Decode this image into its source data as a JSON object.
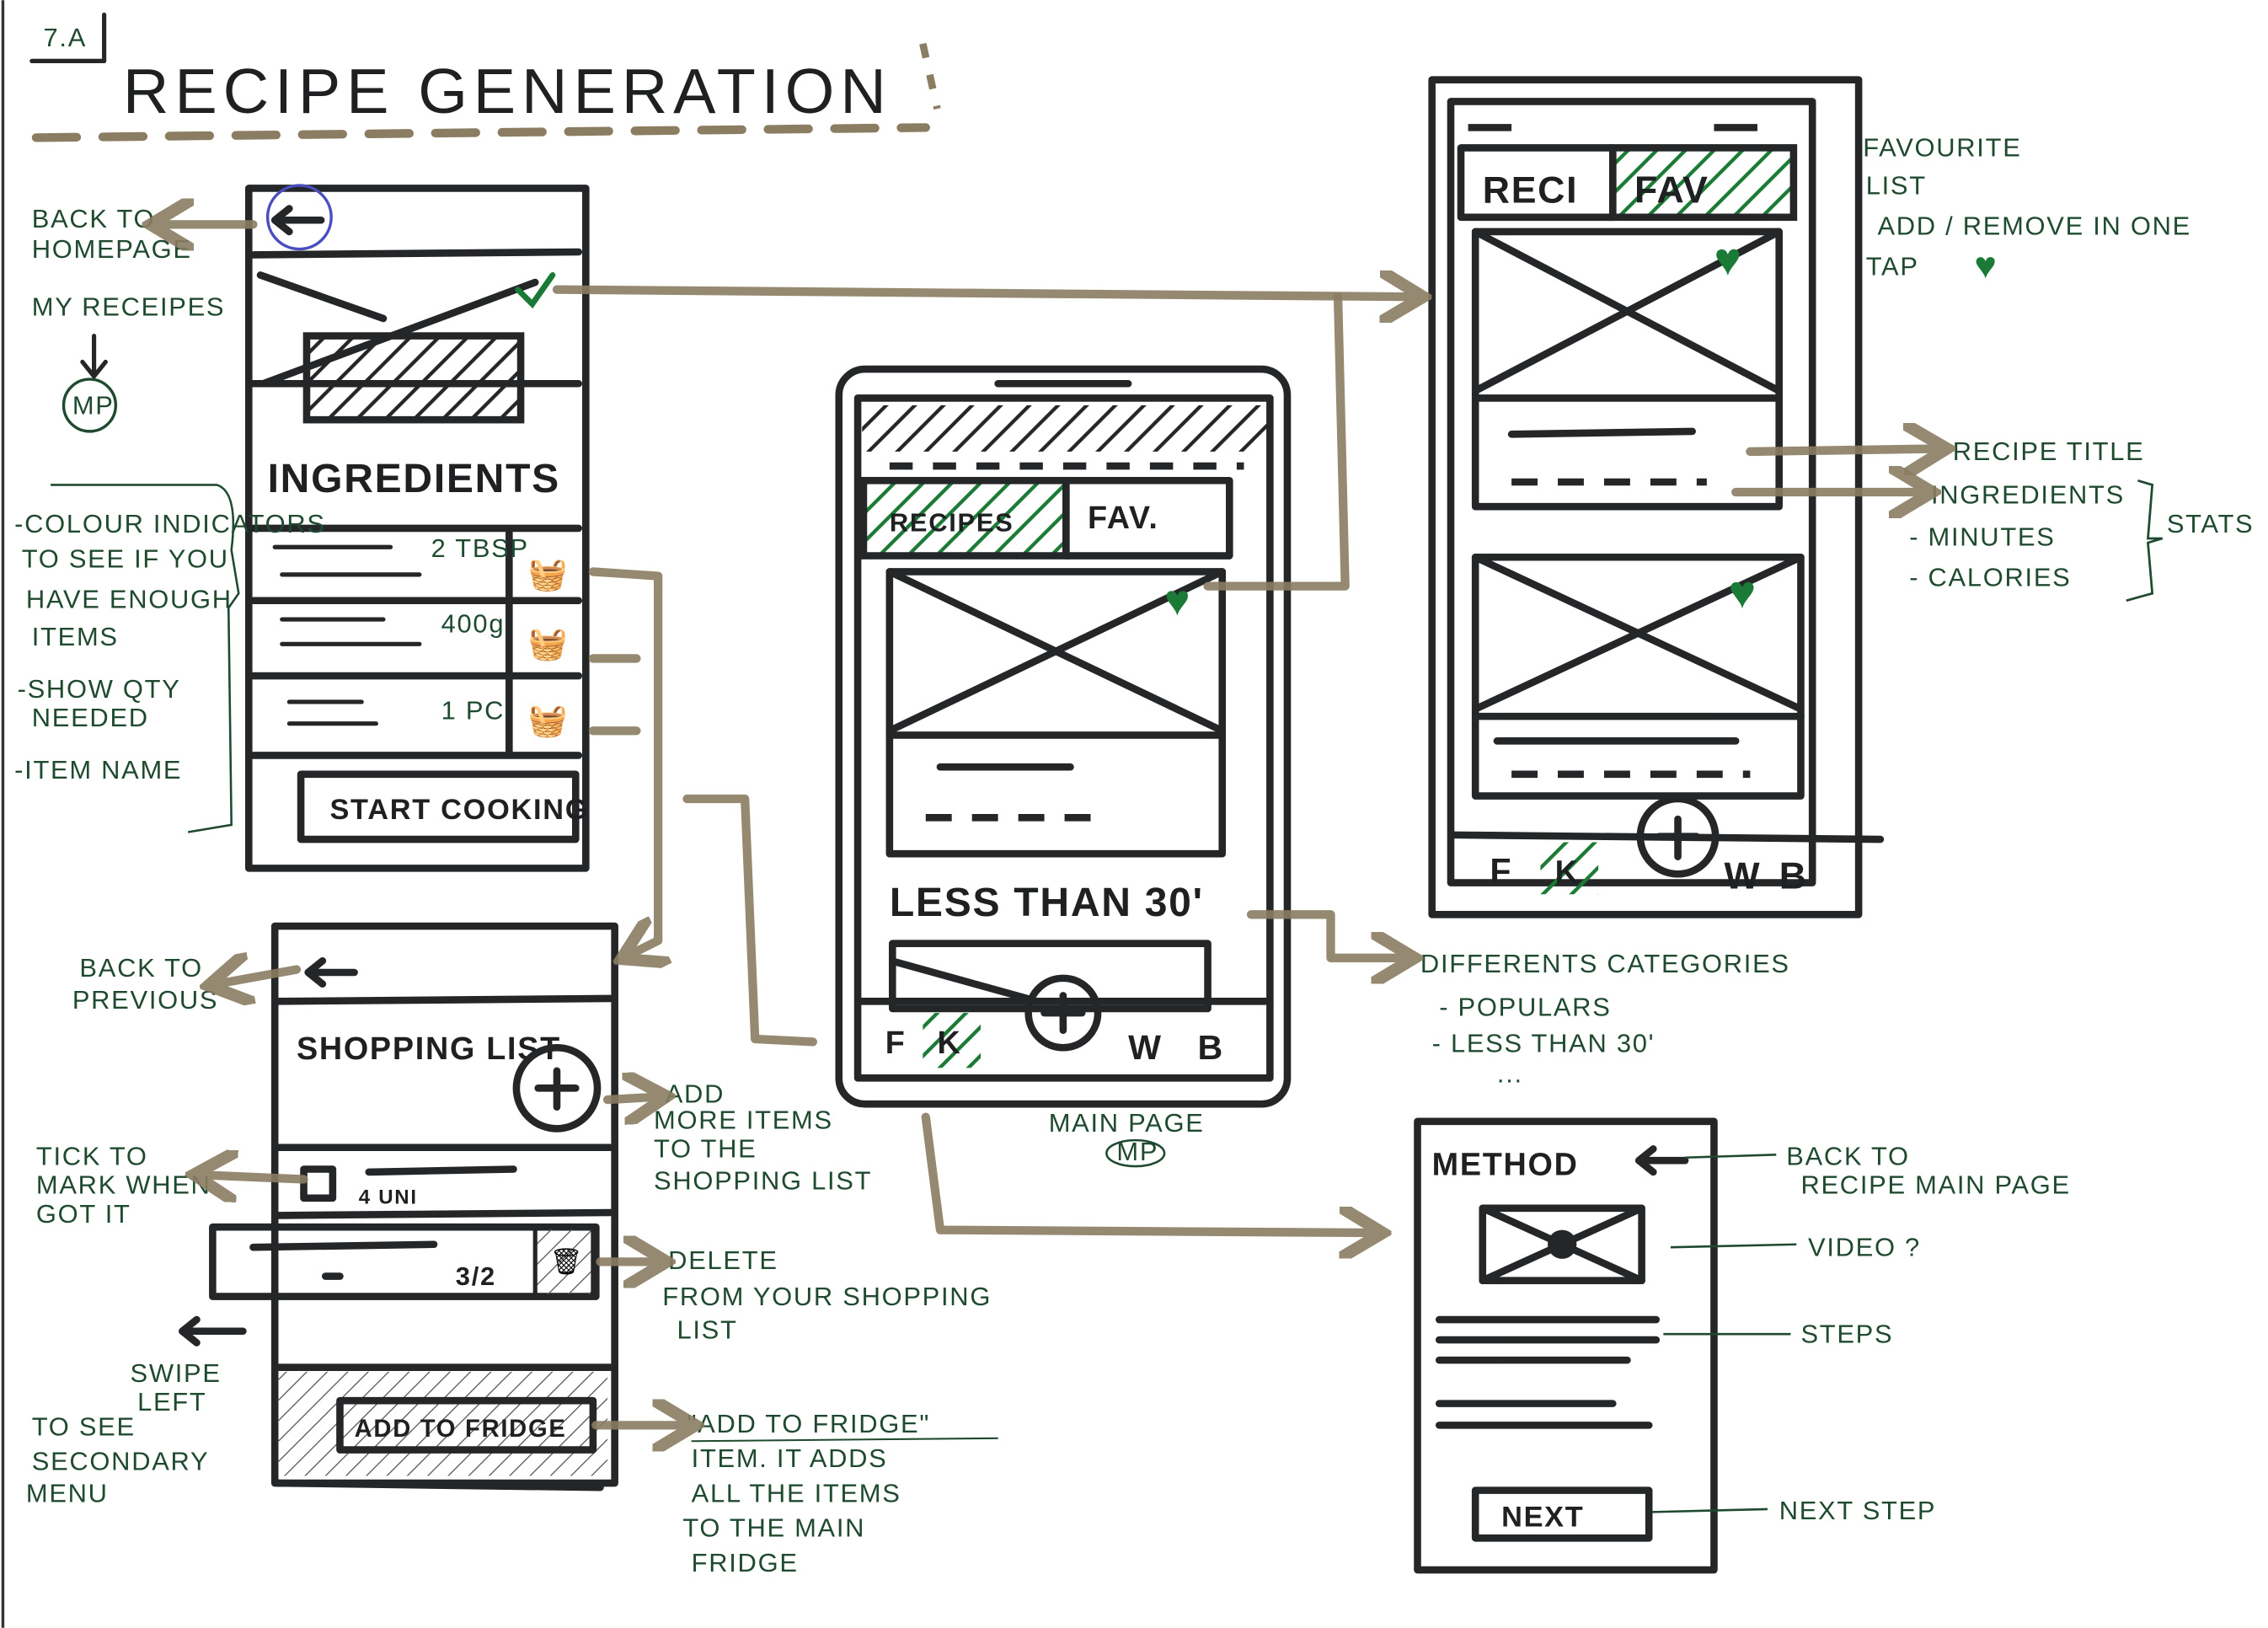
{
  "page": {
    "label": "7.A",
    "title": "RECIPE GENERATION"
  },
  "colors": {
    "ink": "#242628",
    "annotation": "#1f4a30",
    "accent_green": "#1b7a35",
    "arrow": "#8a7d62",
    "highlight_circle": "#4a4fc0"
  },
  "ingredients_screen": {
    "heading": "INGREDIENTS",
    "rows": [
      {
        "qty": "2 TBSP"
      },
      {
        "qty": "400g"
      },
      {
        "qty": "1 PC"
      }
    ],
    "button": "START COOKING",
    "notes": {
      "back": [
        "BACK TO",
        "HOMEPAGE",
        "MY RECEIPES"
      ],
      "mp": "MP",
      "features": [
        "-COLOUR INDICATORS",
        "TO SEE IF YOU",
        "HAVE ENOUGH",
        "ITEMS",
        "-SHOW QTY",
        "NEEDED",
        "-ITEM NAME"
      ]
    }
  },
  "shopping_screen": {
    "heading": "SHOPPING LIST",
    "item_qty": "4 UNI",
    "swiped_qty": "3/2",
    "button": "ADD TO FRIDGE",
    "notes": {
      "back": [
        "BACK TO",
        "PREVIOUS"
      ],
      "tick": [
        "TICK TO",
        "MARK WHEN",
        "GOT IT"
      ],
      "swipe": [
        "SWIPE",
        "LEFT",
        "TO SEE",
        "SECONDARY",
        "MENU"
      ],
      "add": [
        "ADD",
        "MORE ITEMS",
        "TO THE",
        "SHOPPING LIST"
      ],
      "delete": [
        "DELETE",
        "FROM YOUR SHOPPING",
        "LIST"
      ],
      "fridge": [
        "\"ADD TO FRIDGE\"",
        "ITEM. IT ADDS",
        "ALL THE ITEMS",
        "TO THE MAIN",
        "FRIDGE"
      ]
    }
  },
  "main_screen": {
    "tabs": [
      "RECIPES",
      "FAV."
    ],
    "category": "LESS THAN 30'",
    "nav": [
      "F",
      "K",
      "W",
      "B"
    ],
    "caption": "MAIN PAGE",
    "caption_abbr": "MP",
    "notes": {
      "categories": [
        "DIFFERENTS CATEGORIES",
        "- POPULARS",
        "- LESS THAN 30'",
        "..."
      ]
    }
  },
  "fav_screen": {
    "tabs": [
      "RECI",
      "FAV"
    ],
    "nav": [
      "F",
      "K",
      "W",
      "B"
    ],
    "notes": {
      "fav": [
        "FAVOURITE",
        "LIST",
        "ADD / REMOVE IN ONE",
        "TAP"
      ],
      "title": "RECIPE TITLE",
      "stats_items": [
        "INGREDIENTS",
        "- MINUTES",
        "- CALORIES"
      ],
      "stats": "STATS"
    }
  },
  "method_screen": {
    "heading": "METHOD",
    "button": "NEXT",
    "notes": {
      "back": [
        "BACK TO",
        "RECIPE MAIN PAGE"
      ],
      "video": "VIDEO ?",
      "steps": "STEPS",
      "next": "NEXT STEP"
    }
  }
}
